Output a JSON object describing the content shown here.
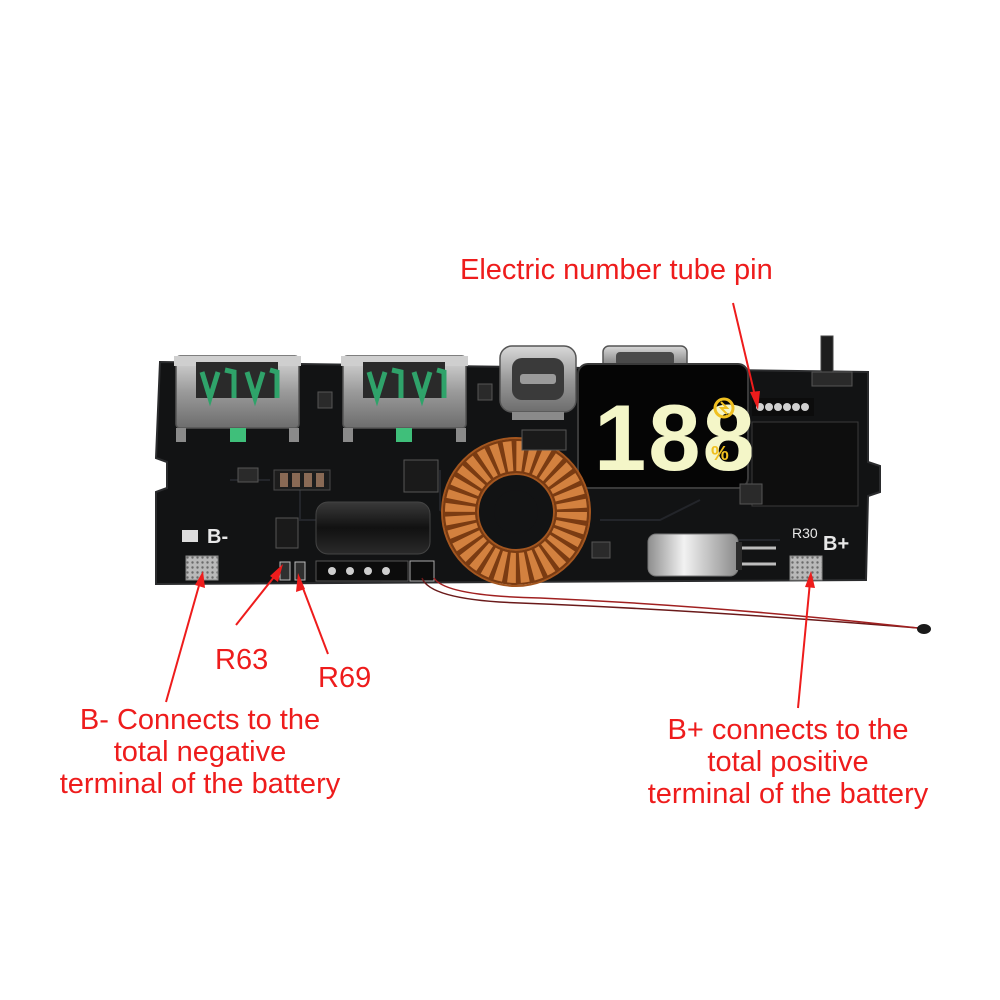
{
  "labels": {
    "tube_pin": "Electric number tube pin",
    "r63": "R63",
    "r69": "R69",
    "b_minus": [
      "B- Connects to the",
      "total negative",
      "terminal of the battery"
    ],
    "b_plus": [
      "B+ connects to the",
      "total positive",
      "terminal of the battery"
    ]
  },
  "board": {
    "display_digits": "188",
    "display_percent": "%",
    "silk_b_minus": "B-",
    "silk_b_plus": "B+",
    "silk_r30": "R30"
  },
  "colors": {
    "annotation": "#ee1c1c",
    "pcb": "#121314",
    "display_segments": "#f4f6c8",
    "copper": "#c8702e"
  }
}
